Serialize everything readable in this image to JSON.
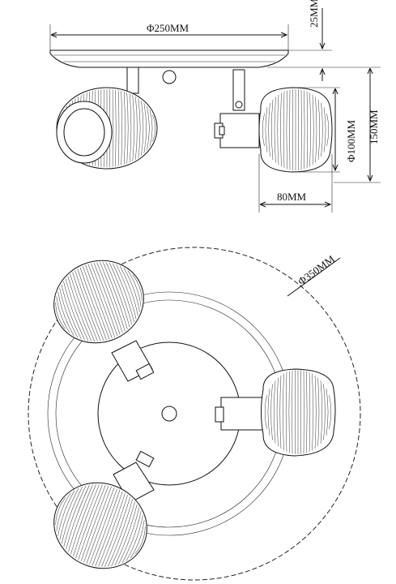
{
  "dimensions": {
    "width_top": "Φ250MM",
    "height_plate": "25MM",
    "height_total": "150MM",
    "shade_diameter": "Φ100MM",
    "shade_depth": "80MM",
    "outer_diameter": "Φ350MM"
  }
}
